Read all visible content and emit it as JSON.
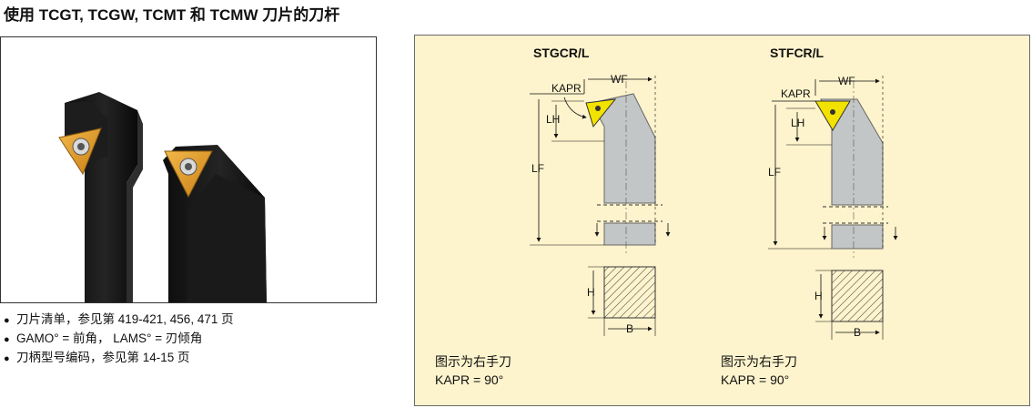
{
  "header": {
    "title": "使用 TCGT, TCGW, TCMT 和 TCMW 刀片的刀杆"
  },
  "notes": [
    "刀片清单，参见第 419-421, 456, 471 页",
    "GAMO° = 前角， LAMS° = 刃倾角",
    "刀柄型号编码，参见第 14-15 页"
  ],
  "diagrams": [
    {
      "title": "STGCR/L",
      "labels": {
        "kapr": "KAPR",
        "wf": "WF",
        "lh": "LH",
        "lf": "LF",
        "h": "H",
        "b": "B"
      },
      "caption_line1": "图示为右手刀",
      "caption_line2": "KAPR = 90°"
    },
    {
      "title": "STFCR/L",
      "labels": {
        "kapr": "KAPR",
        "wf": "WF",
        "lh": "LH",
        "lf": "LF",
        "h": "H",
        "b": "B"
      },
      "caption_line1": "图示为右手刀",
      "caption_line2": "KAPR = 90°"
    }
  ],
  "colors": {
    "panel_bg": "#fdf3cc",
    "holder_gray": "#c3c6c6",
    "insert_gold": "#e3a233",
    "insert_yellow": "#f2e200",
    "holder_black": "#151515"
  }
}
